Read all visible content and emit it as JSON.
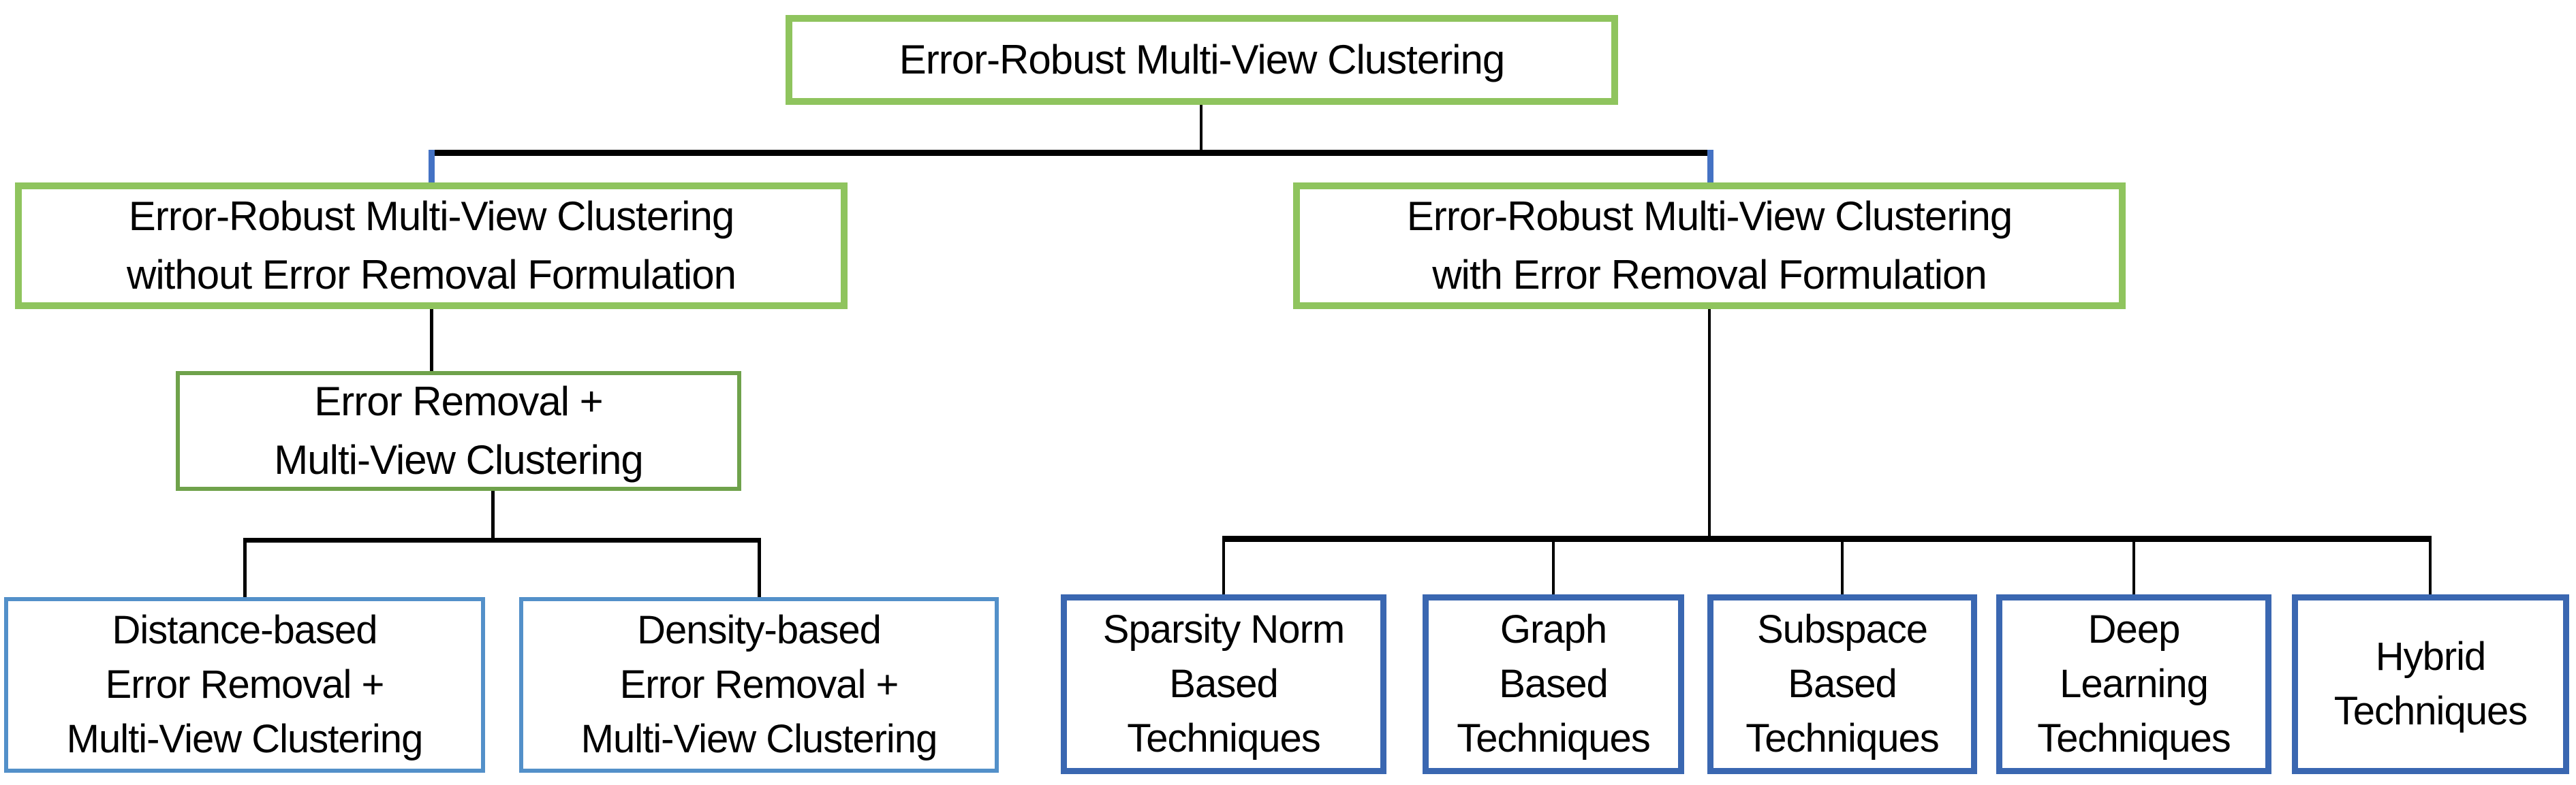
{
  "diagram": {
    "type": "taxonomy-tree",
    "nodes": {
      "root": {
        "lines": [
          "Error-Robust Multi-View Clustering"
        ]
      },
      "without_formulation": {
        "lines": [
          "Error-Robust Multi-View Clustering",
          "without Error Removal Formulation"
        ]
      },
      "with_formulation": {
        "lines": [
          "Error-Robust Multi-View Clustering",
          "with Error Removal Formulation"
        ]
      },
      "error_removal_mvc": {
        "lines": [
          "Error Removal +",
          "Multi-View Clustering"
        ]
      },
      "distance_based": {
        "lines": [
          "Distance-based",
          "Error Removal +",
          "Multi-View Clustering"
        ]
      },
      "density_based": {
        "lines": [
          "Density-based",
          "Error Removal +",
          "Multi-View Clustering"
        ]
      },
      "sparsity_norm": {
        "lines": [
          "Sparsity Norm",
          "Based",
          "Techniques"
        ]
      },
      "graph": {
        "lines": [
          "Graph",
          "Based",
          "Techniques"
        ]
      },
      "subspace": {
        "lines": [
          "Subspace",
          "Based",
          "Techniques"
        ]
      },
      "deep_learning": {
        "lines": [
          "Deep",
          "Learning",
          "Techniques"
        ]
      },
      "hybrid": {
        "lines": [
          "Hybrid",
          "Techniques"
        ]
      }
    }
  },
  "colors": {
    "green_bold_border": "#8FC45E",
    "green_thin_border": "#6FA24B",
    "blue_light_border": "#5390C9",
    "blue_dark_border": "#3A67B1",
    "blue_connector": "#4472C4",
    "black_connector": "#000000",
    "text": "#000000",
    "background": "#FFFFFF"
  }
}
